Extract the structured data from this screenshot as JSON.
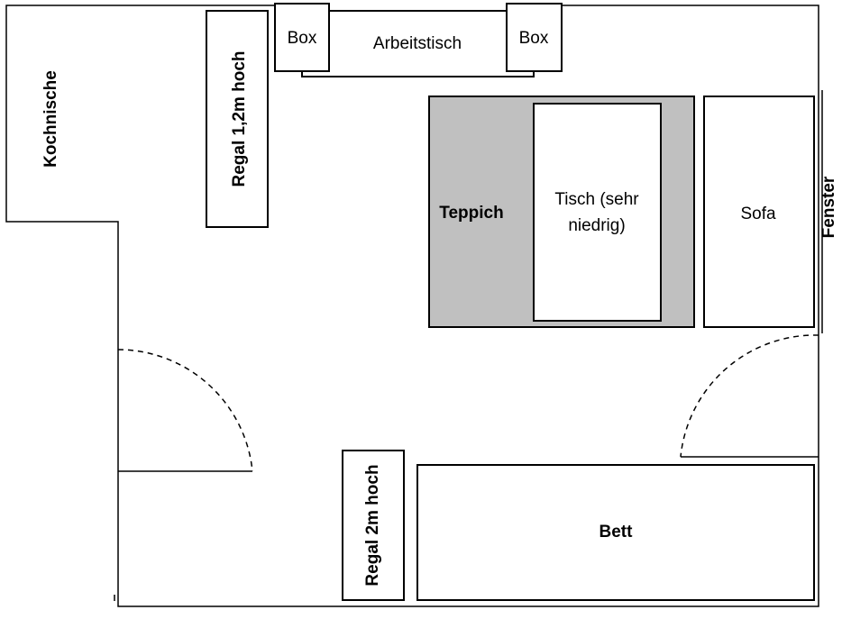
{
  "labels": {
    "kochnische": "Kochnische",
    "regal_klein": "Regal 1,2m hoch",
    "box_left": "Box",
    "arbeitstisch": "Arbeitstisch",
    "box_right": "Box",
    "teppich": "Teppich",
    "tisch_line1": "Tisch (sehr",
    "tisch_line2": "niedrig)",
    "sofa": "Sofa",
    "fenster": "Fenster",
    "regal_gross": "Regal 2m hoch",
    "bett": "Bett"
  },
  "colors": {
    "teppich_fill": "#c0c0c0",
    "line": "#000000",
    "background": "#ffffff"
  }
}
